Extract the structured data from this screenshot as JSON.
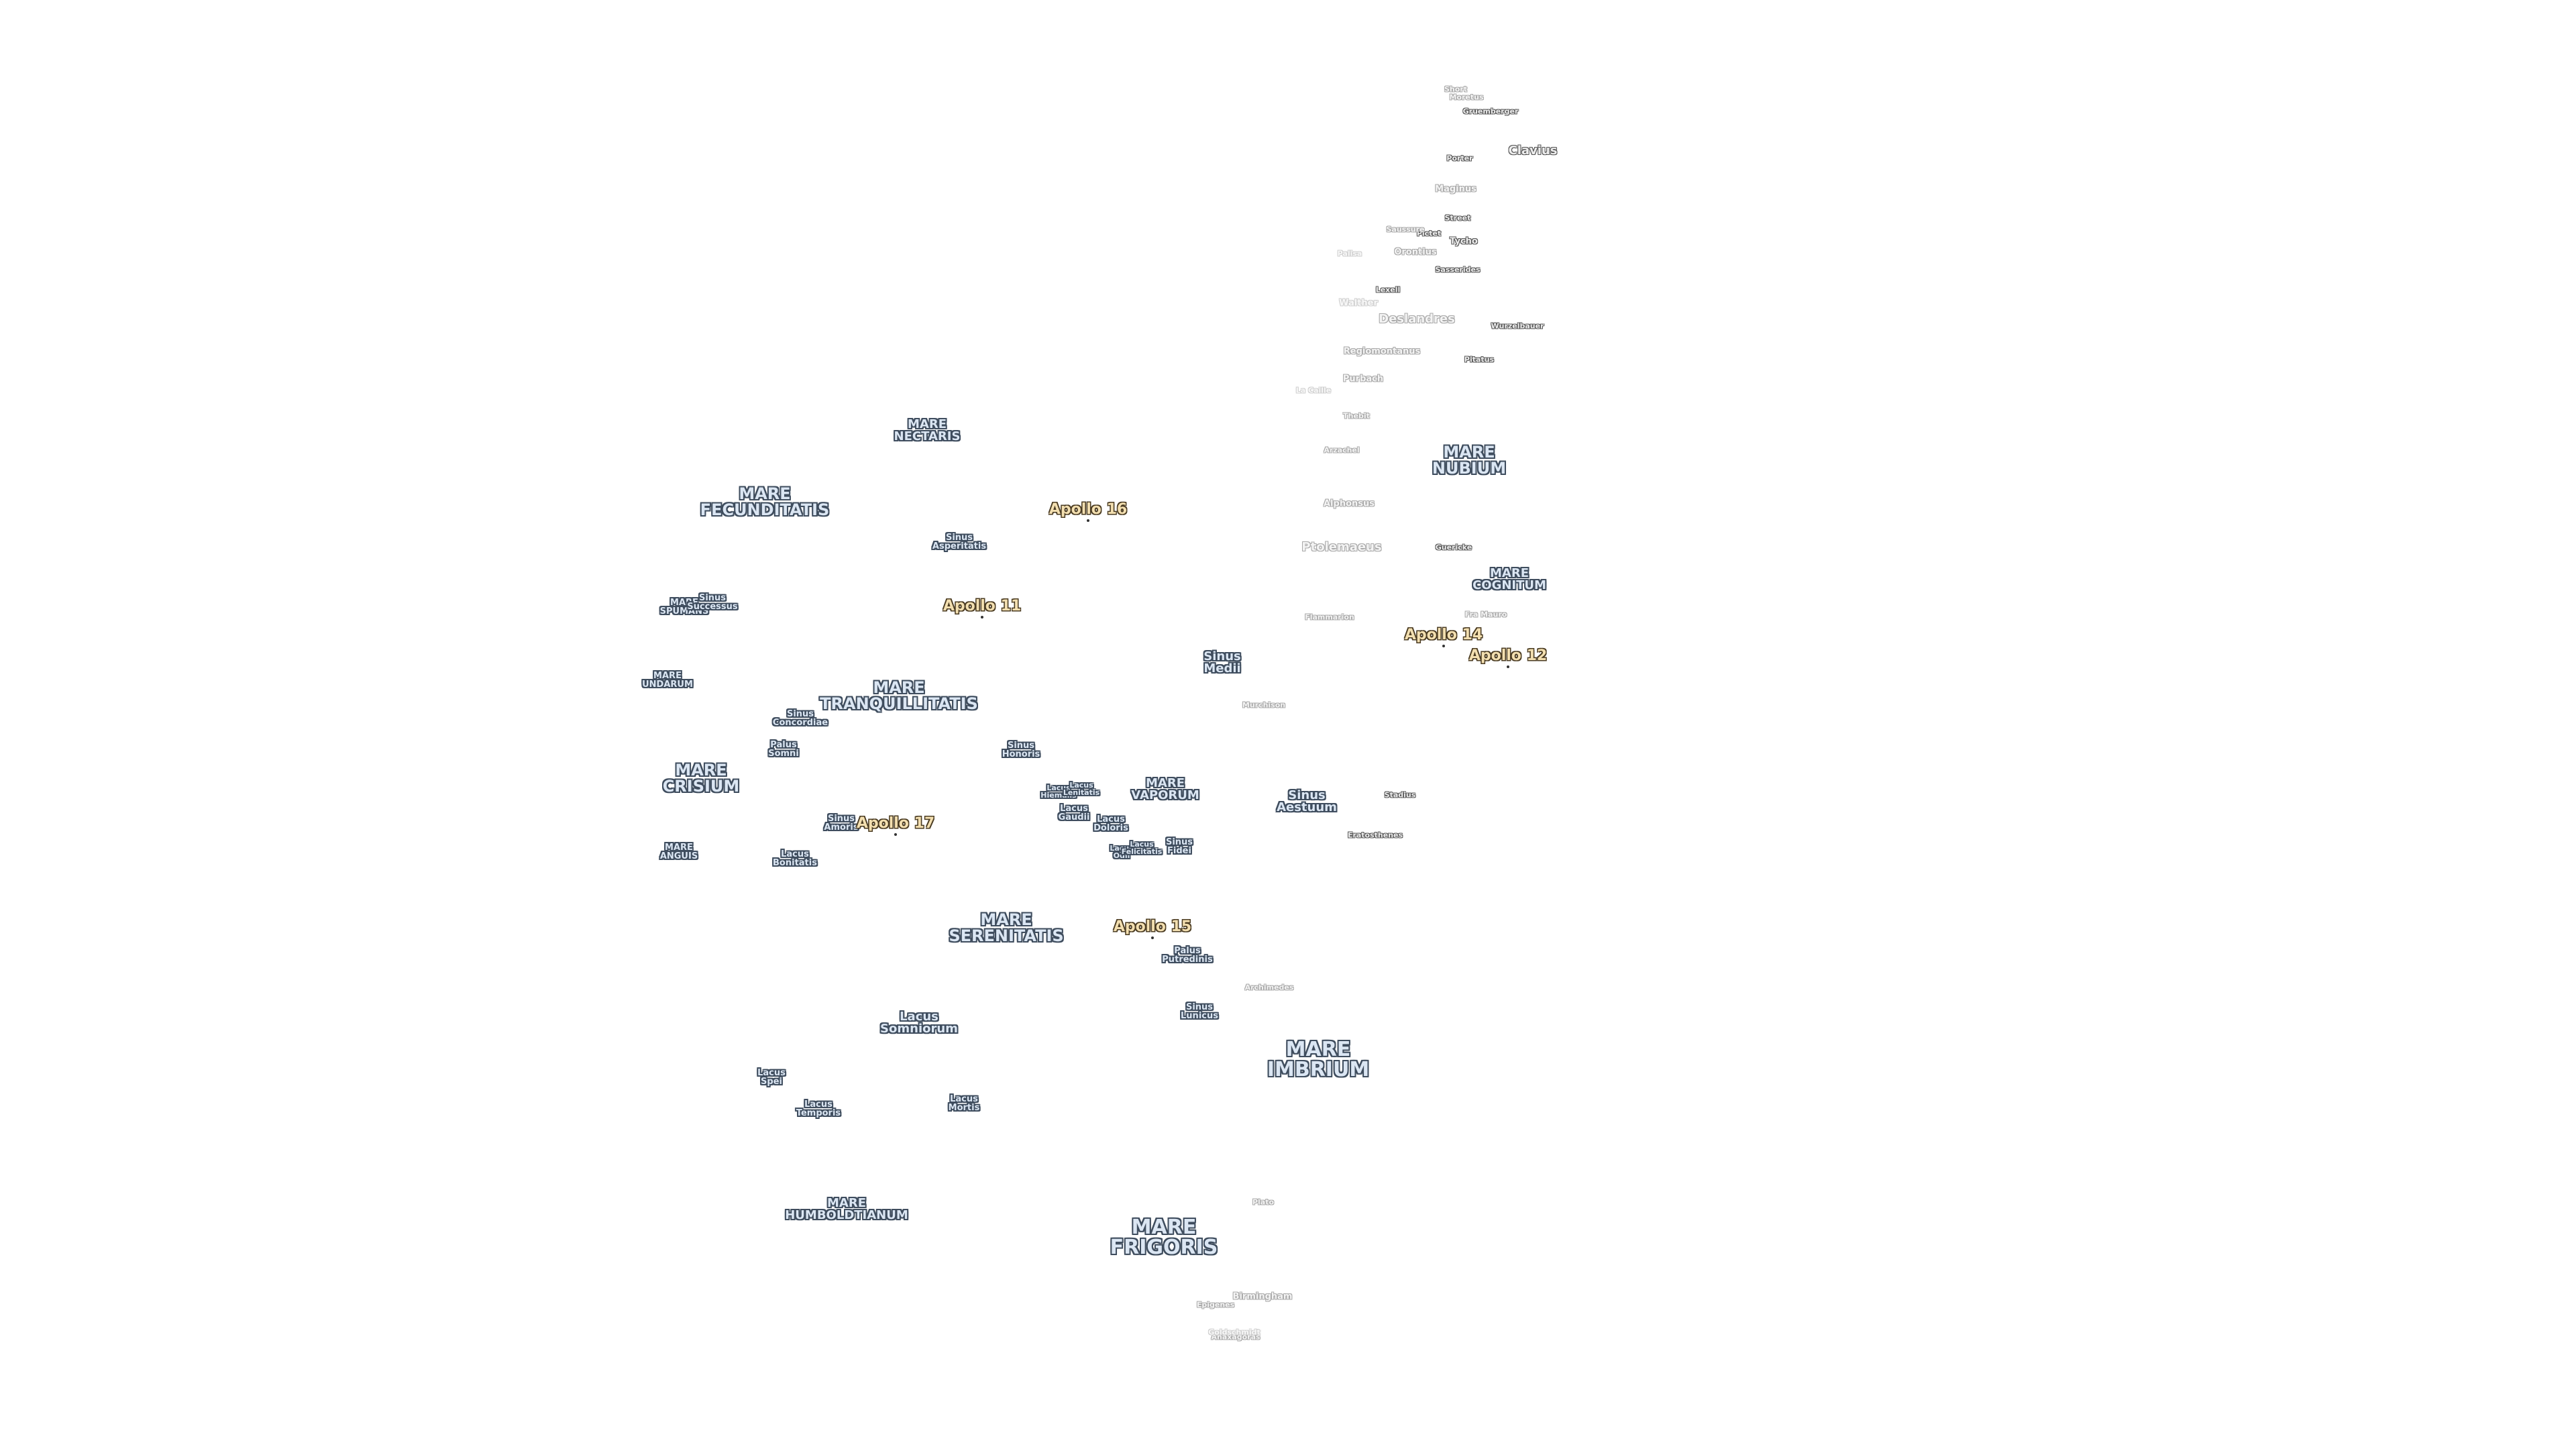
{
  "labels": [
    {
      "text": "MARE\nFRIGORIS",
      "kind": "mare",
      "size": "xl"
    },
    {
      "text": "MARE\nIMBRIUM",
      "kind": "mare",
      "size": "xl"
    },
    {
      "text": "MARE\nSERENITATIS",
      "kind": "mare",
      "size": "lg"
    },
    {
      "text": "MARE\nTRANQUILLITATIS",
      "kind": "mare",
      "size": "lg"
    },
    {
      "text": "MARE\nFECUNDITATIS",
      "kind": "mare",
      "size": "lg"
    },
    {
      "text": "MARE\nNUBIUM",
      "kind": "mare",
      "size": "lg"
    },
    {
      "text": "MARE\nCRISIUM",
      "kind": "mare",
      "size": "lg"
    },
    {
      "text": "MARE\nCOGNITUM",
      "kind": "mare",
      "size": "md"
    },
    {
      "text": "MARE\nVAPORUM",
      "kind": "mare",
      "size": "md"
    },
    {
      "text": "MARE\nNECTARIS",
      "kind": "mare",
      "size": "md"
    },
    {
      "text": "MARE\nHUMBOLDTIANUM",
      "kind": "mare",
      "size": "md"
    },
    {
      "text": "MARE\nUNDARUM",
      "kind": "mare",
      "size": "sm"
    },
    {
      "text": "MARE\nSPUMANS",
      "kind": "mare",
      "size": "sm"
    },
    {
      "text": "MARE\nANGUIS",
      "kind": "mare",
      "size": "sm"
    },
    {
      "text": "Lacus\nSomniorum",
      "kind": "mare",
      "size": "md"
    },
    {
      "text": "Sinus\nAestuum",
      "kind": "mare",
      "size": "md"
    },
    {
      "text": "Sinus\nMedii",
      "kind": "mare",
      "size": "md"
    },
    {
      "text": "Sinus\nAsperitatis",
      "kind": "mare",
      "size": "sm"
    },
    {
      "text": "Sinus\nAmoris",
      "kind": "mare",
      "size": "sm"
    },
    {
      "text": "Sinus\nConcordiae",
      "kind": "mare",
      "size": "sm"
    },
    {
      "text": "Sinus\nSuccessus",
      "kind": "mare",
      "size": "sm"
    },
    {
      "text": "Sinus\nHonoris",
      "kind": "mare",
      "size": "sm"
    },
    {
      "text": "Sinus\nFidei",
      "kind": "mare",
      "size": "sm"
    },
    {
      "text": "Sinus\nLunicus",
      "kind": "mare",
      "size": "sm"
    },
    {
      "text": "Palus\nSomni",
      "kind": "mare",
      "size": "sm"
    },
    {
      "text": "Palus\nPutredinis",
      "kind": "mare",
      "size": "sm"
    },
    {
      "text": "Lacus\nBonitatis",
      "kind": "mare",
      "size": "sm"
    },
    {
      "text": "Lacus\nTemporis",
      "kind": "mare",
      "size": "sm"
    },
    {
      "text": "Lacus\nMortis",
      "kind": "mare",
      "size": "sm"
    },
    {
      "text": "Lacus\nSpei",
      "kind": "mare",
      "size": "sm"
    },
    {
      "text": "Lacus\nDoloris",
      "kind": "mare",
      "size": "sm"
    },
    {
      "text": "Lacus\nGaudii",
      "kind": "mare",
      "size": "sm"
    },
    {
      "text": "Lacus\nHiemalis",
      "kind": "mare",
      "size": "xs"
    },
    {
      "text": "Lacus\nLenitatis",
      "kind": "mare",
      "size": "xs"
    },
    {
      "text": "Lacus\nOdii",
      "kind": "mare",
      "size": "xs"
    },
    {
      "text": "Lacus\nFelicitatis",
      "kind": "mare",
      "size": "xs"
    },
    {
      "text": "Apollo 11",
      "kind": "apollo"
    },
    {
      "text": "Apollo 12",
      "kind": "apollo"
    },
    {
      "text": "Apollo 14",
      "kind": "apollo"
    },
    {
      "text": "Apollo 15",
      "kind": "apollo"
    },
    {
      "text": "Apollo 16",
      "kind": "apollo"
    },
    {
      "text": "Apollo 17",
      "kind": "apollo"
    },
    {
      "text": "Clavius",
      "kind": "crater",
      "size": "md"
    },
    {
      "text": "Maginus",
      "kind": "crater",
      "size": "sm",
      "shade": "faint"
    },
    {
      "text": "Tycho",
      "kind": "crater",
      "size": "sm"
    },
    {
      "text": "Orontius",
      "kind": "crater",
      "size": "sm",
      "shade": "faint"
    },
    {
      "text": "Deslandres",
      "kind": "crater",
      "size": "md",
      "shade": "faint"
    },
    {
      "text": "Walther",
      "kind": "crater",
      "size": "sm",
      "shade": "vfaint"
    },
    {
      "text": "Regiomontanus",
      "kind": "crater",
      "size": "sm",
      "shade": "faint"
    },
    {
      "text": "Purbach",
      "kind": "crater",
      "size": "sm",
      "shade": "faint"
    },
    {
      "text": "Thebit",
      "kind": "crater",
      "size": "xs",
      "shade": "faint"
    },
    {
      "text": "Arzachel",
      "kind": "crater",
      "size": "xs",
      "shade": "faint"
    },
    {
      "text": "Alphonsus",
      "kind": "crater",
      "size": "sm",
      "shade": "faint"
    },
    {
      "text": "Ptolemaeus",
      "kind": "crater",
      "size": "md",
      "shade": "faint"
    },
    {
      "text": "Flammarion",
      "kind": "crater",
      "size": "xs",
      "shade": "faint"
    },
    {
      "text": "Murchison",
      "kind": "crater",
      "size": "xs",
      "shade": "faint"
    },
    {
      "text": "Guericke",
      "kind": "crater",
      "size": "xs"
    },
    {
      "text": "Fra Mauro",
      "kind": "crater",
      "size": "xs",
      "shade": "faint"
    },
    {
      "text": "Stadius",
      "kind": "crater",
      "size": "xs"
    },
    {
      "text": "Eratosthenes",
      "kind": "crater",
      "size": "xs"
    },
    {
      "text": "Archimedes",
      "kind": "crater",
      "size": "xs",
      "shade": "faint"
    },
    {
      "text": "Plato",
      "kind": "crater",
      "size": "xs",
      "shade": "faint"
    },
    {
      "text": "Birmingham",
      "kind": "crater",
      "size": "sm",
      "shade": "faint"
    },
    {
      "text": "Epigenes",
      "kind": "crater",
      "size": "xs",
      "shade": "faint"
    },
    {
      "text": "Anaxagoras",
      "kind": "crater",
      "size": "xs",
      "shade": "faint"
    },
    {
      "text": "Goldschmidt",
      "kind": "crater",
      "size": "xs",
      "shade": "vfaint"
    },
    {
      "text": "Wurzelbauer",
      "kind": "crater",
      "size": "xs"
    },
    {
      "text": "Pitatus",
      "kind": "crater",
      "size": "xs"
    },
    {
      "text": "Sasserides",
      "kind": "crater",
      "size": "xs"
    },
    {
      "text": "Street",
      "kind": "crater",
      "size": "xs"
    },
    {
      "text": "Porter",
      "kind": "crater",
      "size": "xs"
    },
    {
      "text": "Gruemberger",
      "kind": "crater",
      "size": "xs"
    },
    {
      "text": "Moretus",
      "kind": "crater",
      "size": "xs",
      "shade": "faint"
    },
    {
      "text": "Short",
      "kind": "crater",
      "size": "xs",
      "shade": "faint"
    },
    {
      "text": "Pictet",
      "kind": "crater",
      "size": "xs"
    },
    {
      "text": "Lexell",
      "kind": "crater",
      "size": "xs"
    },
    {
      "text": "Saussure",
      "kind": "crater",
      "size": "xs",
      "shade": "faint"
    },
    {
      "text": "La Caille",
      "kind": "crater",
      "size": "xs",
      "shade": "vfaint"
    },
    {
      "text": "Palisa",
      "kind": "crater",
      "size": "xs",
      "shade": "vfaint"
    }
  ]
}
